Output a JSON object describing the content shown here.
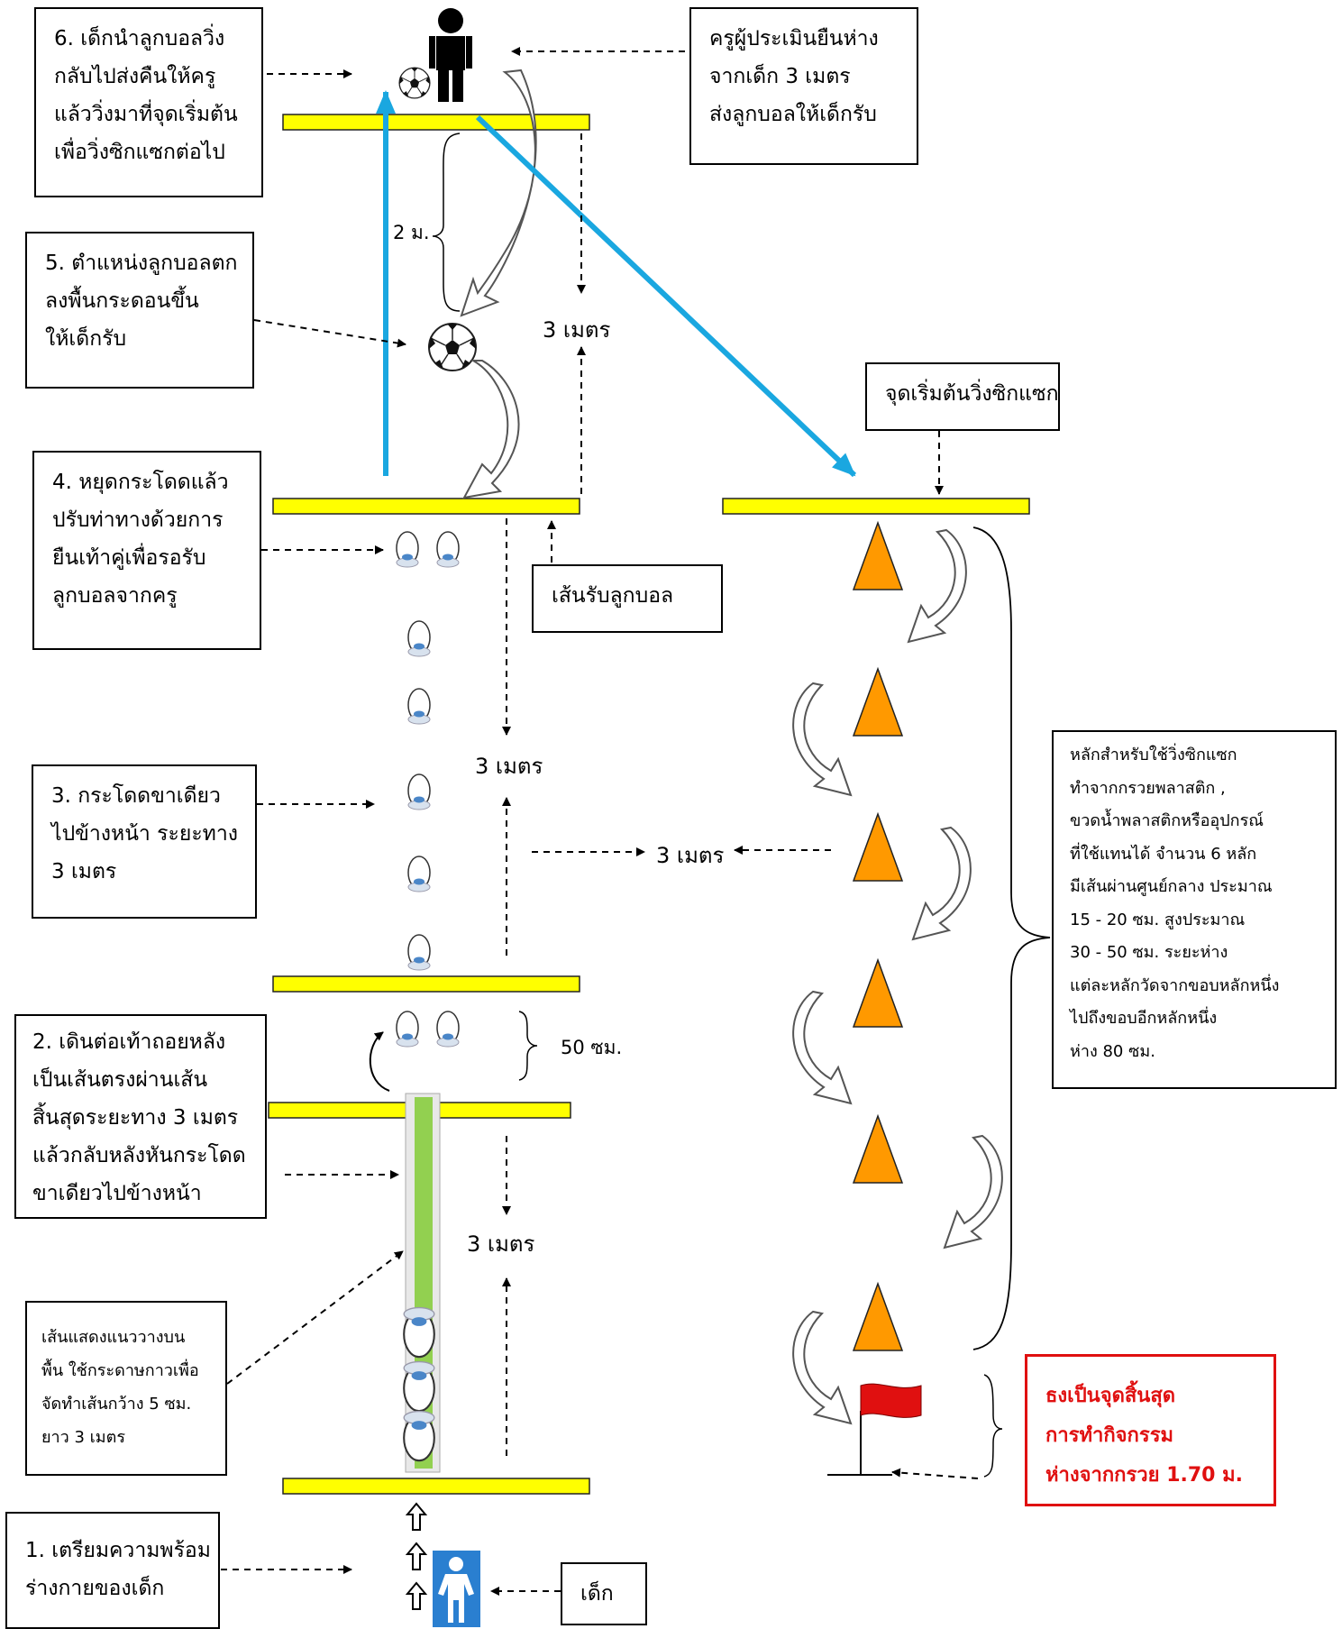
{
  "boxes": {
    "step6": [
      "6. เด็กนำลูกบอลวิ่ง",
      "กลับไปส่งคืนให้ครู",
      "แล้ววิ่งมาที่จุดเริ่มต้น",
      "เพื่อวิ่งซิกแซกต่อไป"
    ],
    "teacher": [
      "ครูผู้ประเมินยืนห่าง",
      "จากเด็ก 3 เมตร",
      "ส่งลูกบอลให้เด็กรับ"
    ],
    "step5": [
      "5. ตำแหน่งลูกบอลตก",
      "ลงพื้นกระดอนขึ้น",
      "ให้เด็กรับ"
    ],
    "zigzag_start": "จุดเริ่มต้นวิ่งซิกแซก",
    "step4": [
      "4. หยุดกระโดดแล้ว",
      "ปรับท่าทางด้วยการ",
      "ยืนเท้าคู่เพื่อรอรับ",
      "ลูกบอลจากครู"
    ],
    "catch_line": "เส้นรับลูกบอล",
    "step3": [
      "3. กระโดดขาเดียว",
      "ไปข้างหน้า ระยะทาง",
      "3 เมตร"
    ],
    "step2": [
      "2. เดินต่อเท้าถอยหลัง",
      "เป็นเส้นตรงผ่านเส้น",
      "สิ้นสุดระยะทาง 3 เมตร",
      "แล้วกลับหลังหันกระโดด",
      "ขาเดียวไปข้างหน้า"
    ],
    "floor_line": [
      "เส้นแสดงแนววางบน",
      "พื้น ใช้กระดาษกาวเพื่อ",
      "จัดทำเส้นกว้าง 5 ซม.",
      "ยาว 3 เมตร"
    ],
    "step1": [
      "1. เตรียมความพร้อม",
      "ร่างกายของเด็ก"
    ],
    "child": "เด็ก",
    "poles": [
      "หลักสำหรับใช้วิ่งซิกแซก",
      "ทำจากกรวยพลาสติก ,",
      "ขวดน้ำพลาสติกหรืออุปกรณ์",
      "ที่ใช้แทนได้ จำนวน 6 หลัก",
      "มีเส้นผ่านศูนย์กลาง ประมาณ",
      "15 - 20 ซม. สูงประมาณ",
      "30 - 50 ซม. ระยะห่าง",
      "แต่ละหลักวัดจากขอบหลักหนึ่ง",
      "ไปถึงขอบอีกหลักหนึ่ง",
      "ห่าง 80 ซม."
    ],
    "flag": [
      "ธงเป็นจุดสิ้นสุด",
      "การทำกิจกรรม",
      "ห่างจากกรวย 1.70 ม."
    ]
  },
  "labels": {
    "two_m": "2 ม.",
    "three_m_top": "3 เมตร",
    "three_m_mid": "3 เมตร",
    "three_m_side": "3 เมตร",
    "fifty_cm": "50 ซม.",
    "three_m_bottom": "3 เมตร"
  },
  "colors": {
    "line_yellow": "#ffff00",
    "cone_orange": "#ff9900",
    "blue_arrow": "#1aa7e0",
    "tape_green": "#92d050",
    "flag_red": "#e01010",
    "child_icon_bg": "#2a7fd0"
  }
}
